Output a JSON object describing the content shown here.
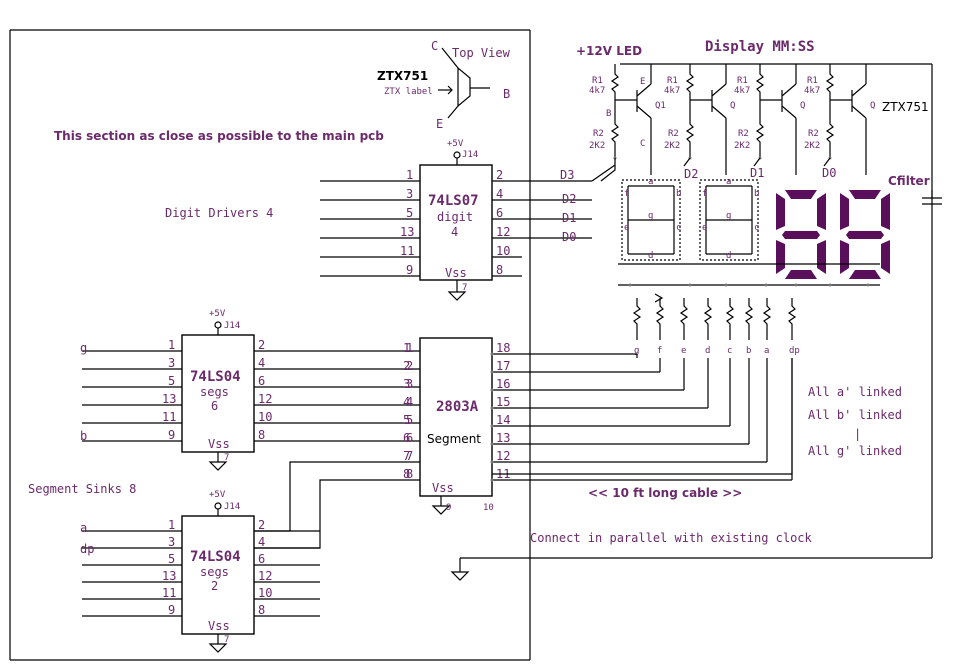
{
  "labels": {
    "top_view": "Top View",
    "pin_c": "C",
    "pin_b": "B",
    "pin_e": "E",
    "ztx751": "ZTX751",
    "ztx_label": "ZTX label",
    "close_note": "This section as close as possible to the main pcb",
    "supply_12v": "+12V LED",
    "display_title": "Display MM:SS",
    "r1": "R1",
    "r1_val": "4k7",
    "r2": "R2",
    "r2_val": "2K2",
    "q_label": "Q1",
    "q_short": "Q",
    "ztx751_q": "ZTX751",
    "cfilter": "Cfilter",
    "d3": "D3",
    "d2": "D2",
    "d1": "D1",
    "d0": "D0",
    "plus5v": "+5V",
    "j14": "J14",
    "digit_drivers": "Digit Drivers 4",
    "segment_sinks": "Segment Sinks 8",
    "ic_74ls07": "74LS07",
    "ic_74ls07_sub1": "digit",
    "ic_74ls07_sub2": "4",
    "ic_74ls04_a": "74LS04",
    "ic_74ls04_a_sub1": "segs",
    "ic_74ls04_a_sub2": "6",
    "ic_74ls04_b": "74LS04",
    "ic_74ls04_b_sub1": "segs",
    "ic_74ls04_b_sub2": "2",
    "ic_2803": "2803A",
    "ic_2803_sub": "Segment",
    "vss": "Vss",
    "gnd_7": "7",
    "gnd_9": "9",
    "gnd_10": "10",
    "cable": "<< 10 ft long cable >>",
    "all_a": "All a' linked",
    "all_b": "All b' linked",
    "ellipsis": "|",
    "all_g": "All g' linked",
    "connect_parallel": "Connect in parallel with existing clock",
    "seg_g": "g",
    "seg_f": "f",
    "seg_e": "e",
    "seg_d": "d",
    "seg_c": "c",
    "seg_b": "b",
    "seg_a": "a",
    "seg_dp": "dp",
    "in_g": "g",
    "in_b": "b",
    "in_a": "a",
    "in_dp": "dp"
  },
  "pins": {
    "ls07_left": [
      "1",
      "3",
      "5",
      "13",
      "11",
      "9"
    ],
    "ls07_right": [
      "2",
      "4",
      "6",
      "12",
      "10",
      "8"
    ],
    "ls04a_left": [
      "1",
      "3",
      "5",
      "13",
      "11",
      "9"
    ],
    "ls04a_right": [
      "2",
      "4",
      "6",
      "12",
      "10",
      "8"
    ],
    "ls04b_left": [
      "1",
      "3",
      "5",
      "13",
      "11",
      "9"
    ],
    "ls04b_right": [
      "2",
      "4",
      "6",
      "12",
      "10",
      "8"
    ],
    "u2803_left": [
      "1",
      "2",
      "3",
      "4",
      "5",
      "6",
      "7",
      "8"
    ],
    "u2803_right": [
      "18",
      "17",
      "16",
      "15",
      "14",
      "13",
      "12",
      "11"
    ]
  }
}
